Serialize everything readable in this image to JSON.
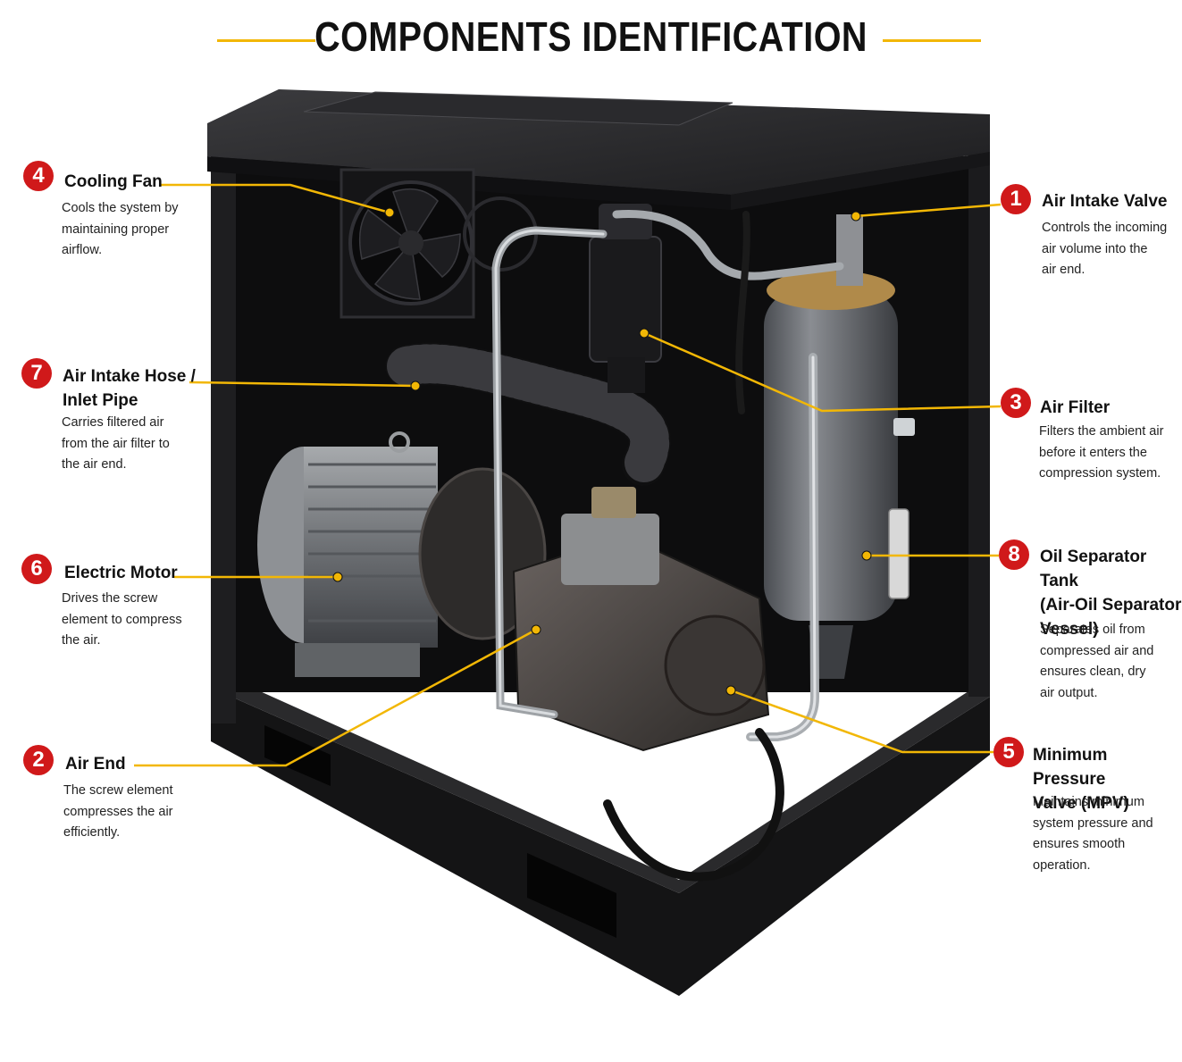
{
  "title": "COMPONENTS IDENTIFICATION",
  "accent_color": "#f2b705",
  "badge_color": "#d0191a",
  "components": [
    {
      "number": "1",
      "name": "Air Intake Valve",
      "description": "Controls the incoming\nair volume into the\nair end."
    },
    {
      "number": "2",
      "name": "Air End",
      "description": "The screw element\ncompresses the air\nefficiently."
    },
    {
      "number": "3",
      "name": "Air Filter",
      "description": "Filters the ambient air\nbefore it enters the\ncompression system."
    },
    {
      "number": "4",
      "name": "Cooling Fan",
      "description": "Cools the system by\nmaintaining proper\nairflow."
    },
    {
      "number": "5",
      "name": "Minimum Pressure\nValve (MPV)",
      "description": "Maintains minimum\nsystem pressure and\nensures smooth\noperation."
    },
    {
      "number": "6",
      "name": "Electric Motor",
      "description": "Drives the screw\nelement to compress\nthe air."
    },
    {
      "number": "7",
      "name": "Air Intake Hose /\nInlet Pipe",
      "description": "Carries filtered air\nfrom the air filter to\nthe air end."
    },
    {
      "number": "8",
      "name": "Oil Separator Tank\n(Air-Oil Separator\nVessel)",
      "description": "Separates oil from\ncompressed air and\nensures clean, dry\nair output."
    }
  ]
}
